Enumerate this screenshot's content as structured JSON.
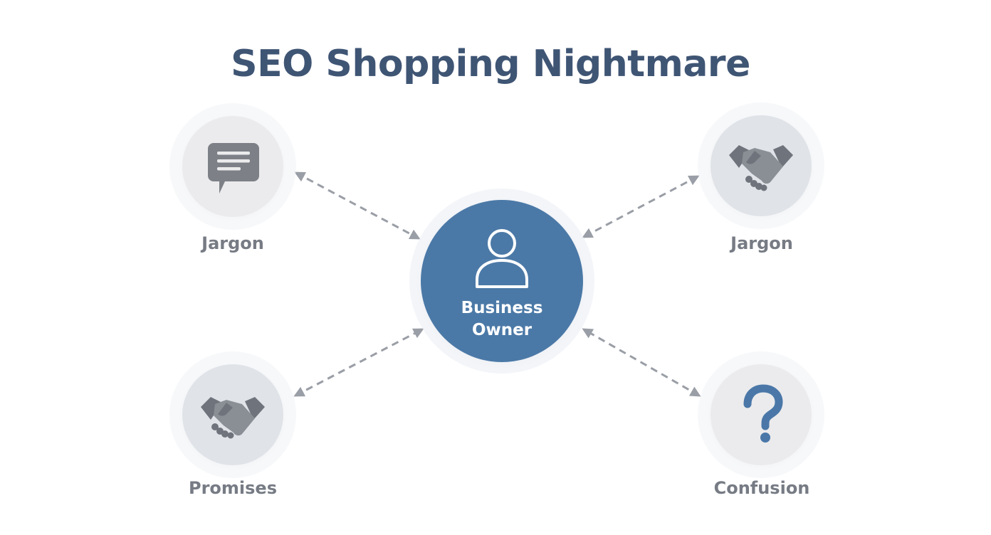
{
  "title": "SEO Shopping Nightmare",
  "center": {
    "label_line1": "Business",
    "label_line2": "Owner",
    "icon": "user-icon",
    "color": "#4b79a7"
  },
  "nodes": [
    {
      "label": "Jargon",
      "icon": "speech-bubble-icon"
    },
    {
      "label": "Jargon",
      "icon": "handshake-icon"
    },
    {
      "label": "Promises",
      "icon": "handshake-icon"
    },
    {
      "label": "Confusion",
      "icon": "question-mark-icon"
    }
  ],
  "colors": {
    "title": "#3f5574",
    "icon_gray": "#7d8087",
    "question_blue": "#4a77a8",
    "arrow": "#9a9ea6"
  }
}
